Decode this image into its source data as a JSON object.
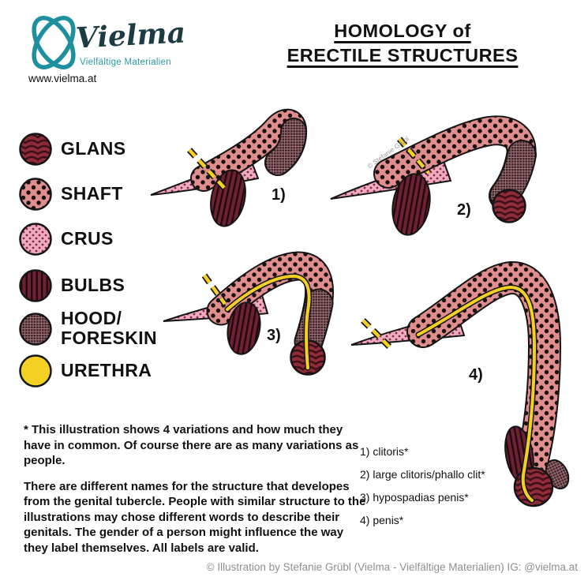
{
  "brand": {
    "name": "Vielma",
    "tagline": "Vielfältige Materialien",
    "url": "www.vielma.at",
    "logo_color": "#1d8f9e"
  },
  "title": {
    "line1": "HOMOLOGY of",
    "line2": "ERECTILE STRUCTURES"
  },
  "legend": {
    "items": [
      {
        "label": "GLANS",
        "swatch": "yarn-swirl-texture",
        "color": "#8f2c3a"
      },
      {
        "label": "SHAFT",
        "swatch": "polka-dots",
        "color": "#e08d8e"
      },
      {
        "label": "CRUS",
        "swatch": "fine-dots",
        "color": "#edacc0"
      },
      {
        "label": "BULBS",
        "swatch": "vertical-stripes",
        "color": "#6d2132"
      },
      {
        "label": "HOOD/",
        "label2": "FORESKIN",
        "swatch": "crosshatch",
        "color": "#402629"
      },
      {
        "label": "URETHRA",
        "swatch": "solid",
        "color": "#f4d022"
      }
    ]
  },
  "figures": [
    {
      "number": "1)"
    },
    {
      "number": "2)"
    },
    {
      "number": "3)"
    },
    {
      "number": "4)"
    }
  ],
  "notes": {
    "paragraph1": "* This illustration shows 4 variations and how much they have in common. Of course there are as many variations as people.",
    "paragraph2": "There are different names for the structure that developes from the genital tubercle. People with similar structure to the illustrations may chose different words to describe their genitals. The gender of a person might influence the way they label themselves. All labels are valid."
  },
  "variations": {
    "items": [
      "1) clitoris*",
      "2) large clitoris/phallo clit*",
      "3) hypospadias penis*",
      "4) penis*"
    ]
  },
  "watermark": "© Stefanie Grübl",
  "footer": {
    "copyright": "© Illustration by Stefanie Grübl (Vielma - Vielfältige Materialien) IG: @vielma.at"
  }
}
